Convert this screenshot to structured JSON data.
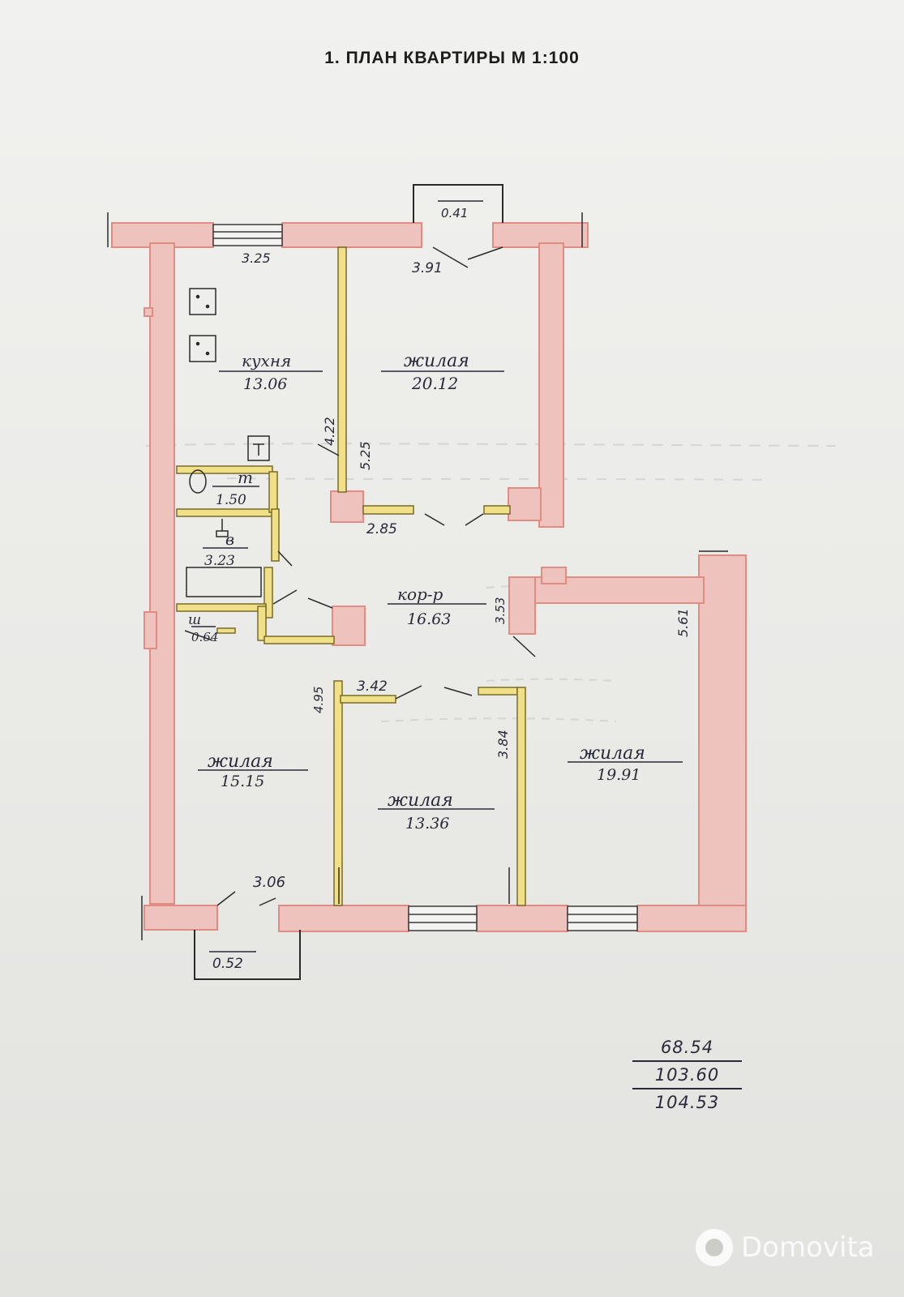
{
  "title": "1. ПЛАН КВАРТИРЫ М 1:100",
  "rooms": {
    "kitchen": {
      "label": "кухня",
      "area": "13.06"
    },
    "living_ne": {
      "label": "жилая",
      "area": "20.12"
    },
    "toilet": {
      "label": "т",
      "area": "1.50"
    },
    "bath": {
      "label": "в",
      "area": "3.23"
    },
    "closet": {
      "label": "ш",
      "area": "0.64"
    },
    "corridor": {
      "label": "кор-р",
      "area": "16.63"
    },
    "living_sw": {
      "label": "жилая",
      "area": "15.15"
    },
    "living_s": {
      "label": "жилая",
      "area": "13.36"
    },
    "living_se": {
      "label": "жилая",
      "area": "19.91"
    },
    "balcony_n": {
      "area": "0.41"
    },
    "balcony_s": {
      "area": "0.52"
    }
  },
  "dimensions": {
    "kitchen_width": "3.25",
    "living_ne_width": "3.91",
    "kitchen_depth": "4.22",
    "living_ne_depth": "5.25",
    "living_ne_inner": "2.85",
    "corridor_depth": "3.53",
    "living_se_depth": "5.61",
    "living_sw_depth": "4.95",
    "living_s_width": "3.42",
    "living_s_depth": "3.84",
    "living_sw_width": "3.06"
  },
  "area_summary": [
    "68.54",
    "103.60",
    "104.53"
  ],
  "watermark": "Domovita",
  "colors": {
    "wall_fill": "#efc3bd",
    "wall_stroke": "#e18c83",
    "partition_fill": "#f0e087",
    "ink": "#2a2a3a"
  }
}
